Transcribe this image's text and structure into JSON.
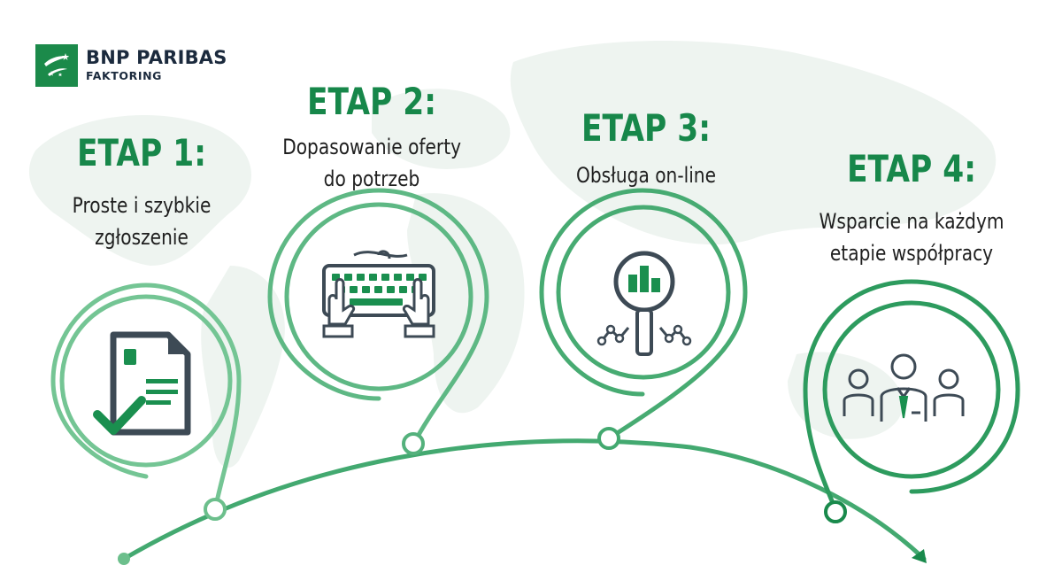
{
  "logo": {
    "name": "BNP PARIBAS",
    "subtitle": "FAKTORING"
  },
  "stages": [
    {
      "title": "ETAP 1:",
      "desc_lines": [
        "Proste i szybkie",
        "zgłoszenie"
      ],
      "icon": "document-check-icon"
    },
    {
      "title": "ETAP 2:",
      "desc_lines": [
        "Dopasowanie oferty",
        "do potrzeb"
      ],
      "icon": "keyboard-hands-icon"
    },
    {
      "title": "ETAP 3:",
      "desc_lines": [
        "Obsługa on-line"
      ],
      "icon": "magnifier-chart-icon"
    },
    {
      "title": "ETAP 4:",
      "desc_lines": [
        "Wsparcie na każdym",
        "etapie współpracy"
      ],
      "icon": "team-people-icon"
    }
  ],
  "colors": {
    "brand": "#17874a",
    "ring_light": "#5fba85",
    "ring_mid": "#3aa56a",
    "map": "#edf4ef"
  }
}
